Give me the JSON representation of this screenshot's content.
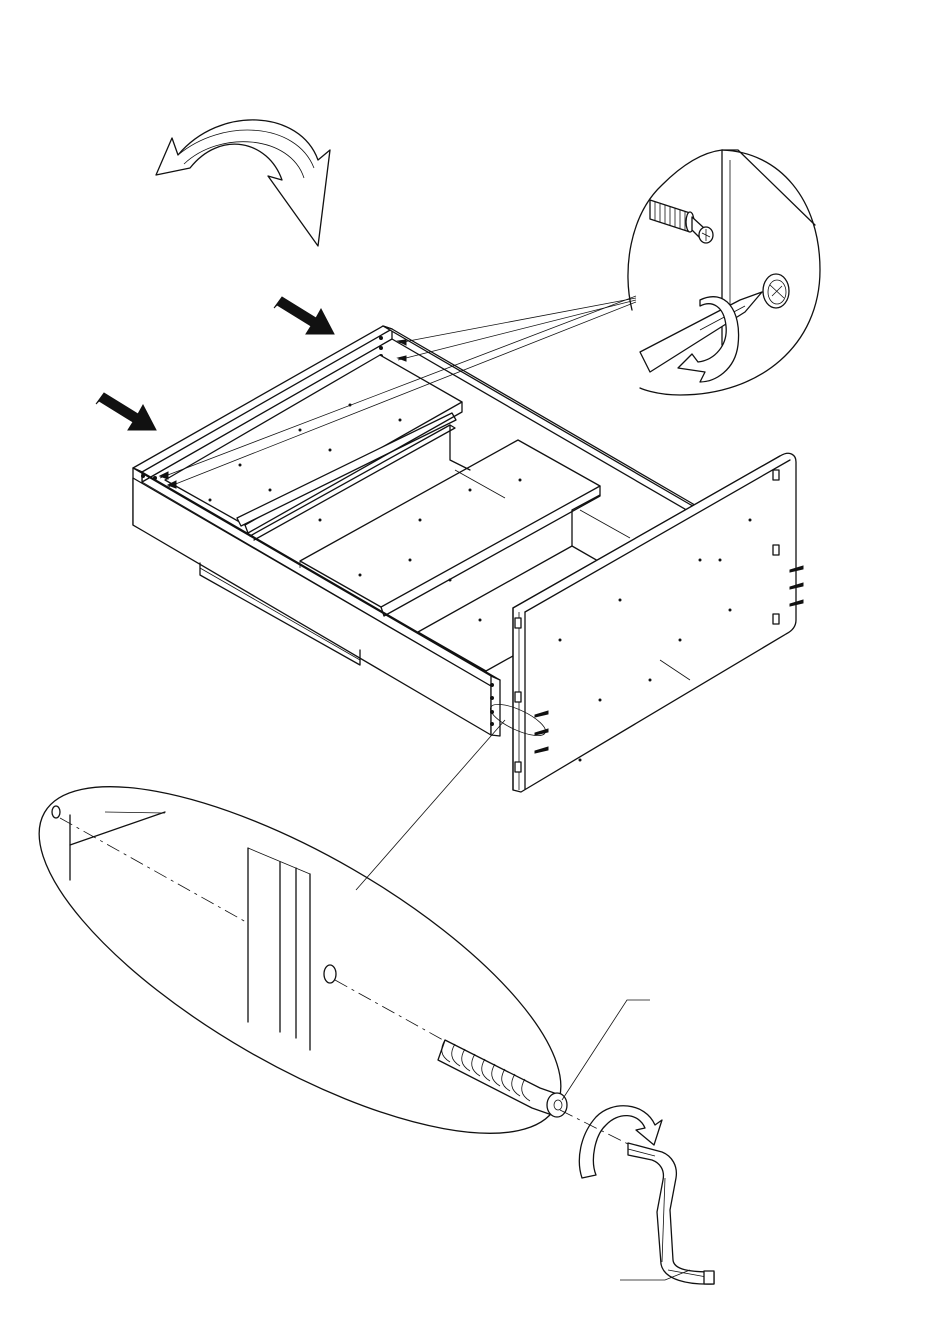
{
  "diagram": {
    "kind": "assembly-instruction",
    "colors": {
      "line": "#111111",
      "background": "#ffffff"
    },
    "parts": [
      {
        "name": "drawer-body",
        "icon": "drawer-frame"
      },
      {
        "name": "side-panel",
        "icon": "panel"
      },
      {
        "name": "cam-bolt",
        "icon": "screw"
      },
      {
        "name": "hex-key",
        "icon": "allen-wrench"
      },
      {
        "name": "wooden-dowel",
        "icon": "dowel"
      },
      {
        "name": "cam-lock",
        "icon": "cam-lock"
      },
      {
        "name": "screwdriver",
        "icon": "screwdriver"
      }
    ],
    "actions": [
      {
        "name": "flip-over",
        "icon": "curved-rotate-arrow"
      },
      {
        "name": "push-direction",
        "icon": "arrow-right",
        "count": 2
      },
      {
        "name": "rotate-clockwise",
        "icon": "rotate-arrow",
        "count": 2
      }
    ]
  }
}
